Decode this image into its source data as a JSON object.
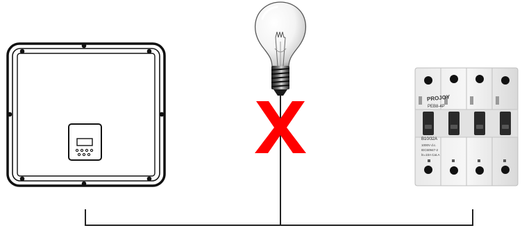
{
  "diagram": {
    "components": [
      {
        "id": "inverter",
        "name": "Inverter"
      },
      {
        "id": "lamp",
        "name": "Light bulb"
      },
      {
        "id": "breaker",
        "name": "Circuit breaker"
      }
    ],
    "status_marks": [
      {
        "on": "lamp",
        "symbol": "X",
        "color": "#ff0000"
      }
    ],
    "colors": {
      "wire": "#222222",
      "outline": "#111111",
      "cross": "#ff0000"
    }
  },
  "breaker": {
    "brand": "PROJOY",
    "model": "PEB8-4P",
    "rating": "B10/32A",
    "specs": [
      "1000V d.c.",
      "IEC60947-2",
      "ln=10A   Cat.A"
    ]
  }
}
